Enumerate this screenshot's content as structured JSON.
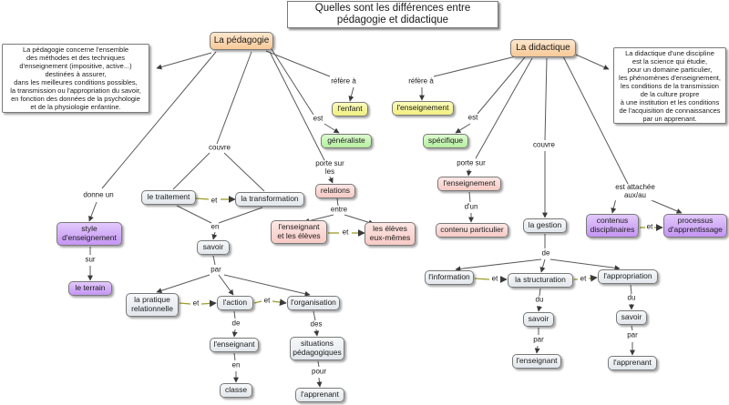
{
  "title": "Quelles sont les différences entre\npédagogie et didactique",
  "nodes": {
    "pedagogie": "La pédagogie",
    "didactique": "La didactique",
    "def_pedagogie": "La pédagogie concerne l'ensemble\ndes méthodes et des techniques\nd'enseignement (impositive, active...)\ndestinées à assurer,\ndans les meilleures conditions possibles,\nla transmission ou l'appropriation du savoir,\nen fonction des données de la psychologie\net de la physiologie enfantine.",
    "def_didactique": "La didactique d'une discipline\nest la science qui étudie,\npour un domaine particulier,\nles phénomènes d'enseignement,\nles conditions de la transmission\nde la culture propre\nà une institution et les conditions\nde l'acquisition de connaissances\npar un apprenant.",
    "lenfant": "l'enfant",
    "lenseignement_ref": "l'enseignement",
    "generaliste": "généraliste",
    "specifique": "spécifique",
    "relations": "relations",
    "enseignant_eleves": "l'enseignant\net les élèves",
    "eleves_eux_memes": "les élèves\neux-mêmes",
    "traitement": "le traitement",
    "transformation": "la transformation",
    "savoir": "savoir",
    "style": "style\nd'enseignement",
    "le_terrain": "le terrain",
    "pratique": "la pratique\nrelationnelle",
    "action": "l'action",
    "organisation": "l'organisation",
    "lenseignant": "l'enseignant",
    "situations": "situations\npédagogiques",
    "classe": "classe",
    "lapprenant_ped": "l'apprenant",
    "lenseignement_porte": "l'enseignement",
    "contenu_particulier": "contenu particulier",
    "gestion": "la gestion",
    "contenus_disc": "contenus\ndisciplinaires",
    "processus": "processus\nd'apprentissage",
    "information": "l'information",
    "structuration": "la structuration",
    "appropriation": "l'appropriation",
    "savoir_did": "savoir",
    "lenseignant_did": "l'enseignant",
    "lapprenant_did": "l'apprenant"
  },
  "labels": {
    "refere_a_ped": "réfère à",
    "est_ped": "est",
    "porte_sur_les": "porte sur\nles",
    "entre": "entre",
    "et_relations": "et",
    "couvre_ped": "couvre",
    "et_traitement": "et",
    "en": "en",
    "donne_un": "donne un",
    "sur": "sur",
    "par_ped": "par",
    "et_action_1": "et",
    "et_action_2": "et",
    "de_ped": "de",
    "des": "des",
    "en_classe": "en",
    "pour": "pour",
    "refere_a_did": "réfère à",
    "est_did": "est",
    "porte_sur_did": "porte sur",
    "dun": "d'un",
    "couvre_did": "couvre",
    "est_attachee": "est attachée\naux/au",
    "et_contenus": "et",
    "de_did": "de",
    "et_info": "et",
    "et_struct": "et",
    "du_1": "du",
    "du_2": "du",
    "par_did_1": "par",
    "par_did_2": "par"
  },
  "colors": {
    "root": "#f7c997",
    "yellow": "#f1f07f",
    "green": "#b6ef9f",
    "pink": "#f7cac5",
    "purple": "#c595f4",
    "grey": "#e2e7ec",
    "line": "#5a5a5a",
    "et_line": "#9b9b2a"
  }
}
